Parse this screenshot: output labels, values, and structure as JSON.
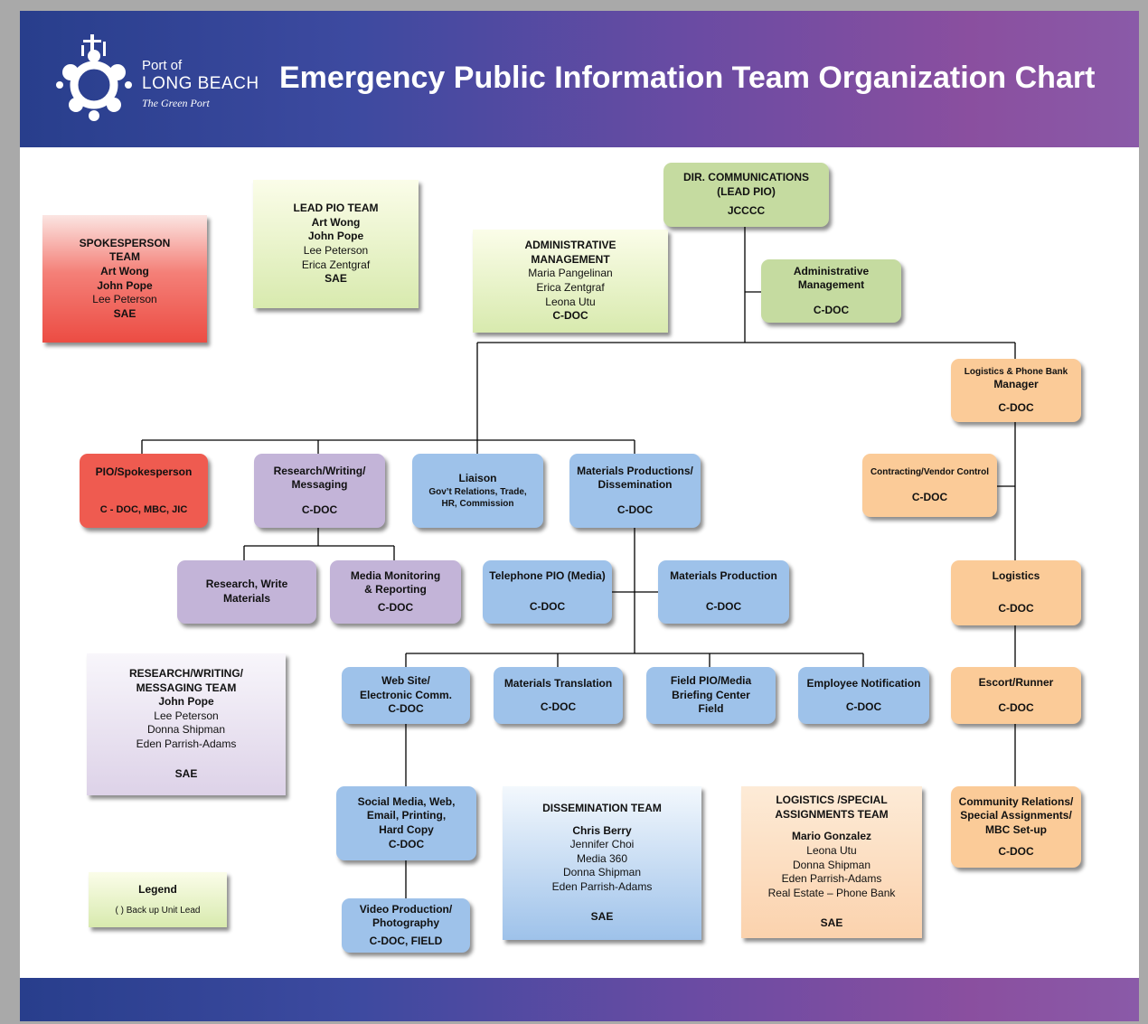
{
  "header": {
    "logo_line1": "Port of",
    "logo_line2": "LONG BEACH",
    "logo_tagline": "The Green Port",
    "title": "Emergency Public Information Team Organization Chart"
  },
  "colors": {
    "banner_start": "#283e8c",
    "banner_end": "#8a5aa8",
    "red": "#ef5b50",
    "green": "#c5dba0",
    "blue": "#9ec2ea",
    "purple": "#c3b4d8",
    "orange": "#fbcb98"
  },
  "teams": {
    "spokesperson": {
      "title1": "SPOKESPERSON",
      "title2": "TEAM",
      "member1": "Art Wong",
      "member2": "John Pope",
      "member3": "Lee Peterson",
      "location": "SAE"
    },
    "lead_pio": {
      "title": "LEAD PIO TEAM",
      "member1": "Art Wong",
      "member2": "John Pope",
      "member3": "Lee Peterson",
      "member4": "Erica Zentgraf",
      "location": "SAE"
    },
    "admin_mgmt": {
      "title1": "ADMINISTRATIVE",
      "title2": "MANAGEMENT",
      "member1": "Maria Pangelinan",
      "member2": "Erica Zentgraf",
      "member3": "Leona Utu",
      "location": "C-DOC"
    },
    "research_writing": {
      "title1": "RESEARCH/WRITING/",
      "title2": "MESSAGING TEAM",
      "member1": "John Pope",
      "member2": "Lee Peterson",
      "member3": "Donna Shipman",
      "member4": "Eden Parrish-Adams",
      "location": "SAE"
    },
    "dissemination": {
      "title": "DISSEMINATION TEAM",
      "member1": "Chris Berry",
      "member2": "Jennifer Choi",
      "member3": "Media 360",
      "member4": "Donna Shipman",
      "member5": "Eden Parrish-Adams",
      "location": "SAE"
    },
    "logistics_special": {
      "title1": "LOGISTICS /SPECIAL",
      "title2": "ASSIGNMENTS TEAM",
      "member1": "Mario Gonzalez",
      "member2": "Leona Utu",
      "member3": "Donna Shipman",
      "member4": "Eden Parrish-Adams",
      "member5": "Real Estate – Phone Bank",
      "location": "SAE"
    }
  },
  "positions": {
    "dir_comm": {
      "line1": "DIR. COMMUNICATIONS",
      "line2": "(LEAD PIO)",
      "location": "JCCCC"
    },
    "admin_mgmt_pos": {
      "line1": "Administrative",
      "line2": "Management",
      "location": "C-DOC"
    },
    "logistics_phone": {
      "line1": "Logistics & Phone Bank",
      "line2": "Manager",
      "location": "C-DOC"
    },
    "contracting": {
      "line1": "Contracting/Vendor Control",
      "location": "C-DOC"
    },
    "logistics": {
      "line1": "Logistics",
      "location": "C-DOC"
    },
    "escort": {
      "line1": "Escort/Runner",
      "location": "C-DOC"
    },
    "community": {
      "line1": "Community Relations/",
      "line2": "Special Assignments/",
      "line3": "MBC Set-up",
      "location": "C-DOC"
    },
    "pio_spokes": {
      "line1": "PIO/Spokesperson",
      "location": "C - DOC, MBC, JIC"
    },
    "research_pos": {
      "line1": "Research/Writing/",
      "line2": "Messaging",
      "location": "C-DOC"
    },
    "liaison": {
      "line1": "Liaison",
      "line2": "Gov’t Relations, Trade,",
      "line3": "HR, Commission"
    },
    "materials_diss": {
      "line1": "Materials Productions/",
      "line2": "Dissemination",
      "location": "C-DOC"
    },
    "research_write": {
      "line1": "Research, Write",
      "line2": "Materials"
    },
    "media_monitor": {
      "line1": "Media Monitoring",
      "line2": "& Reporting",
      "location": "C-DOC"
    },
    "telephone_pio": {
      "line1": "Telephone PIO (Media)",
      "location": "C-DOC"
    },
    "materials_prod": {
      "line1": "Materials Production",
      "location": "C-DOC"
    },
    "website": {
      "line1": "Web Site/",
      "line2": "Electronic Comm.",
      "location": "C-DOC"
    },
    "translation": {
      "line1": "Materials Translation",
      "location": "C-DOC"
    },
    "field_pio": {
      "line1": "Field PIO/Media",
      "line2": "Briefing Center",
      "location": "Field"
    },
    "employee_notif": {
      "line1": "Employee Notification",
      "location": "C-DOC"
    },
    "social_media": {
      "line1": "Social Media, Web,",
      "line2": "Email, Printing,",
      "line3": "Hard Copy",
      "location": "C-DOC"
    },
    "video": {
      "line1": "Video Production/",
      "line2": "Photography",
      "location": "C-DOC, FIELD"
    }
  },
  "legend": {
    "title": "Legend",
    "text": "( ) Back up Unit Lead"
  }
}
